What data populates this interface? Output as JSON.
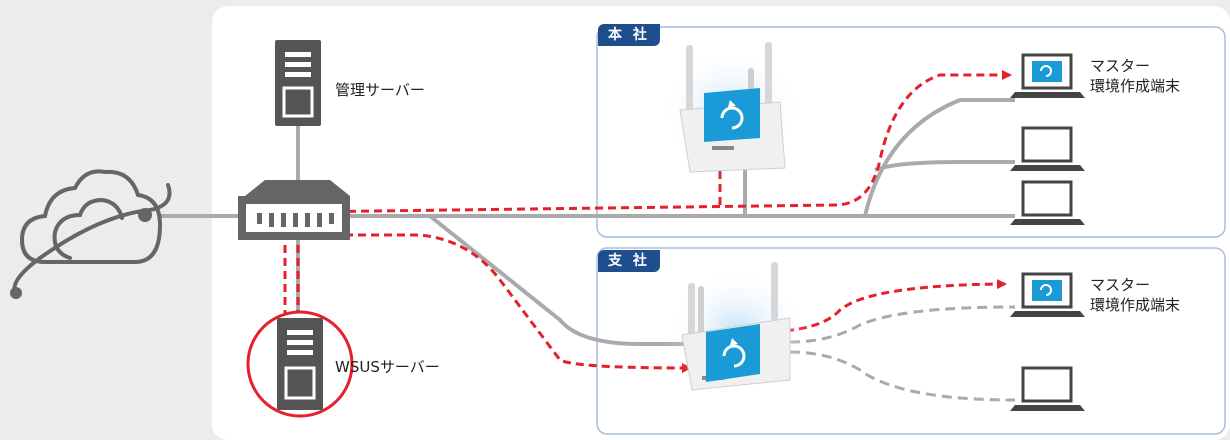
{
  "offices": {
    "head": {
      "label": "本 社"
    },
    "branch": {
      "label": "支 社"
    }
  },
  "servers": {
    "management": {
      "label": "管理サーバー"
    },
    "wsus": {
      "label": "WSUSサーバー",
      "highlighted": true
    }
  },
  "clients": {
    "head_master": {
      "label_line1": "マスター",
      "label_line2": "環境作成端末"
    },
    "branch_master": {
      "label_line1": "マスター",
      "label_line2": "環境作成端末"
    }
  },
  "colors": {
    "panel_border": "#a8bede",
    "badge": "#1f4e8c",
    "line": "#aaaaaa",
    "update_flow": "#e5202a",
    "device_blue": "#1a9ad6",
    "icon_gray": "#444444"
  },
  "icons": [
    "cloud-icon",
    "network-switch-icon",
    "server-icon",
    "router-icon",
    "laptop-icon",
    "sync-icon"
  ]
}
